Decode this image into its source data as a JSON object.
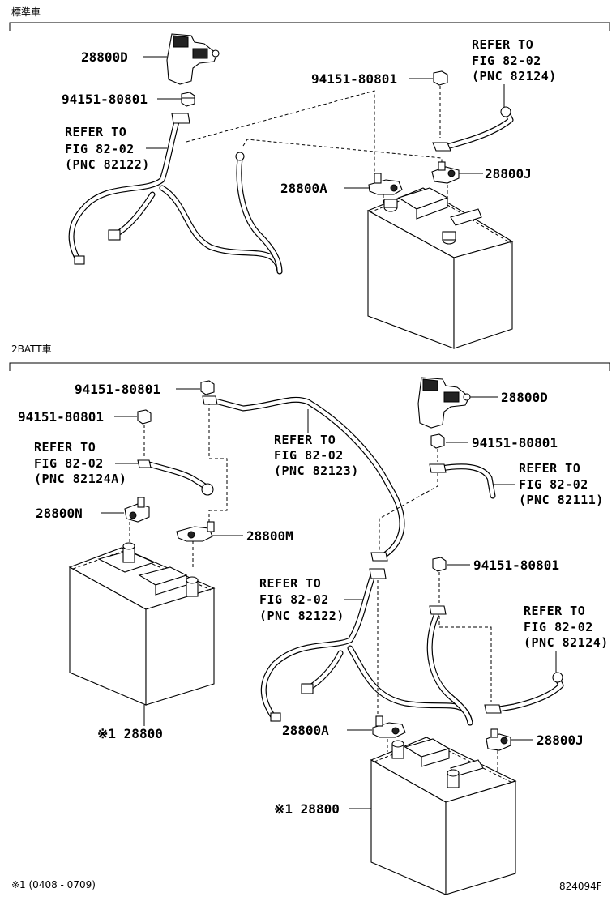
{
  "sections": {
    "standard": "標準車",
    "dual_battery": "2BATT車"
  },
  "labels": {
    "top_28800D": "28800D",
    "top_nut_left": "94151-80801",
    "top_nut_right": "94151-80801",
    "top_28800A": "28800A",
    "top_28800J": "28800J",
    "top_ref_82122": [
      "REFER TO",
      "FIG 82-02",
      "(PNC 82122)"
    ],
    "top_ref_82124": [
      "REFER TO",
      "FIG 82-02",
      "(PNC 82124)"
    ],
    "bot_nut_1": "94151-80801",
    "bot_nut_2": "94151-80801",
    "bot_ref_82124A": [
      "REFER TO",
      "FIG 82-02",
      "(PNC 82124A)"
    ],
    "bot_28800N": "28800N",
    "bot_28800M": "28800M",
    "bot_ref_82123": [
      "REFER TO",
      "FIG 82-02",
      "(PNC 82123)"
    ],
    "bot_28800D": "28800D",
    "bot_nut_3": "94151-80801",
    "bot_ref_82111": [
      "REFER TO",
      "FIG 82-02",
      "(PNC 82111)"
    ],
    "bot_nut_4": "94151-80801",
    "bot_ref_82122": [
      "REFER TO",
      "FIG 82-02",
      "(PNC 82122)"
    ],
    "bot_ref_82124": [
      "REFER TO",
      "FIG 82-02",
      "(PNC 82124)"
    ],
    "bot_28800A": "28800A",
    "bot_28800J": "28800J",
    "battery_left": "※1 28800",
    "battery_right": "※1 28800"
  },
  "footnote": "※1 (0408 - 0709)",
  "figure_code": "824094F"
}
